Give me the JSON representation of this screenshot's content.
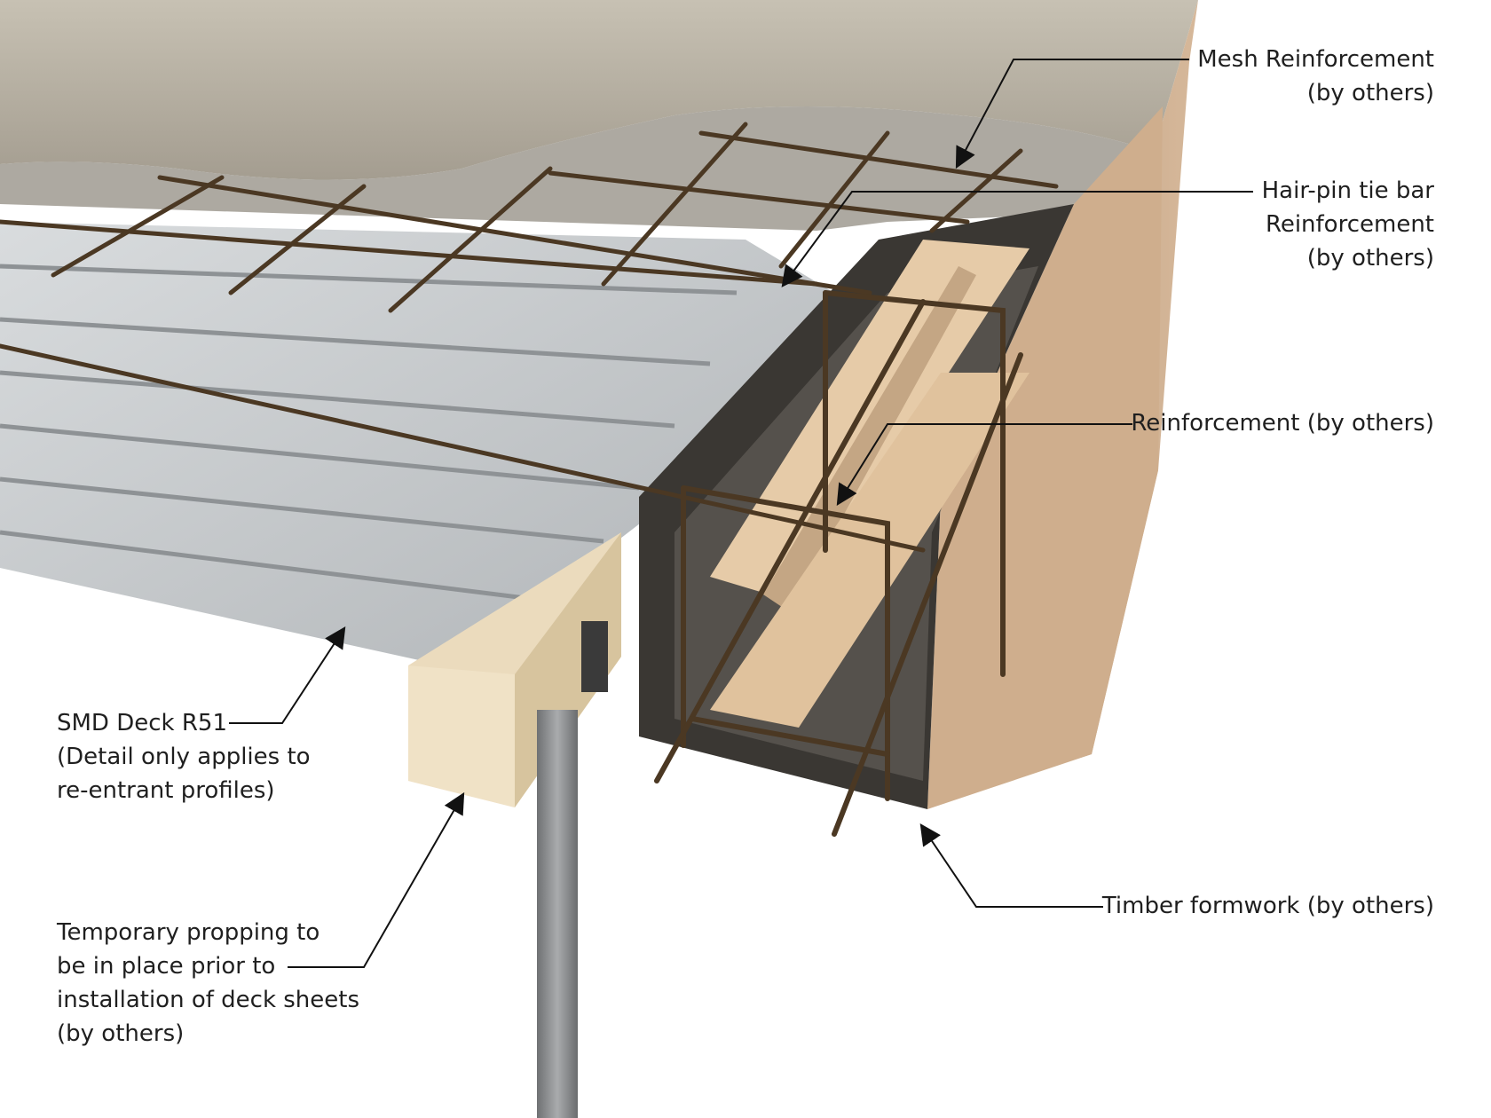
{
  "labels": {
    "mesh": [
      "Mesh Reinforcement",
      "(by others)"
    ],
    "hairpin": [
      "Hair-pin tie bar",
      "Reinforcement",
      "(by others)"
    ],
    "reinforcement": [
      "Reinforcement (by others)"
    ],
    "timber": [
      "Timber formwork (by others)"
    ],
    "deck": [
      "SMD Deck R51",
      "(Detail only applies to",
      "re-entrant profiles)"
    ],
    "propping": [
      "Temporary propping to",
      "be in place prior to",
      "installation of deck sheets",
      "(by others)"
    ]
  },
  "colors": {
    "background": "#ffffff",
    "concrete": "#b9b3a5",
    "deck_steel": "#c4c7c9",
    "timber": "#ead9bf",
    "formwork_face": "#c9a888",
    "rebar": "#4b3823",
    "leader": "#111111",
    "post": "#8a8c8e"
  }
}
